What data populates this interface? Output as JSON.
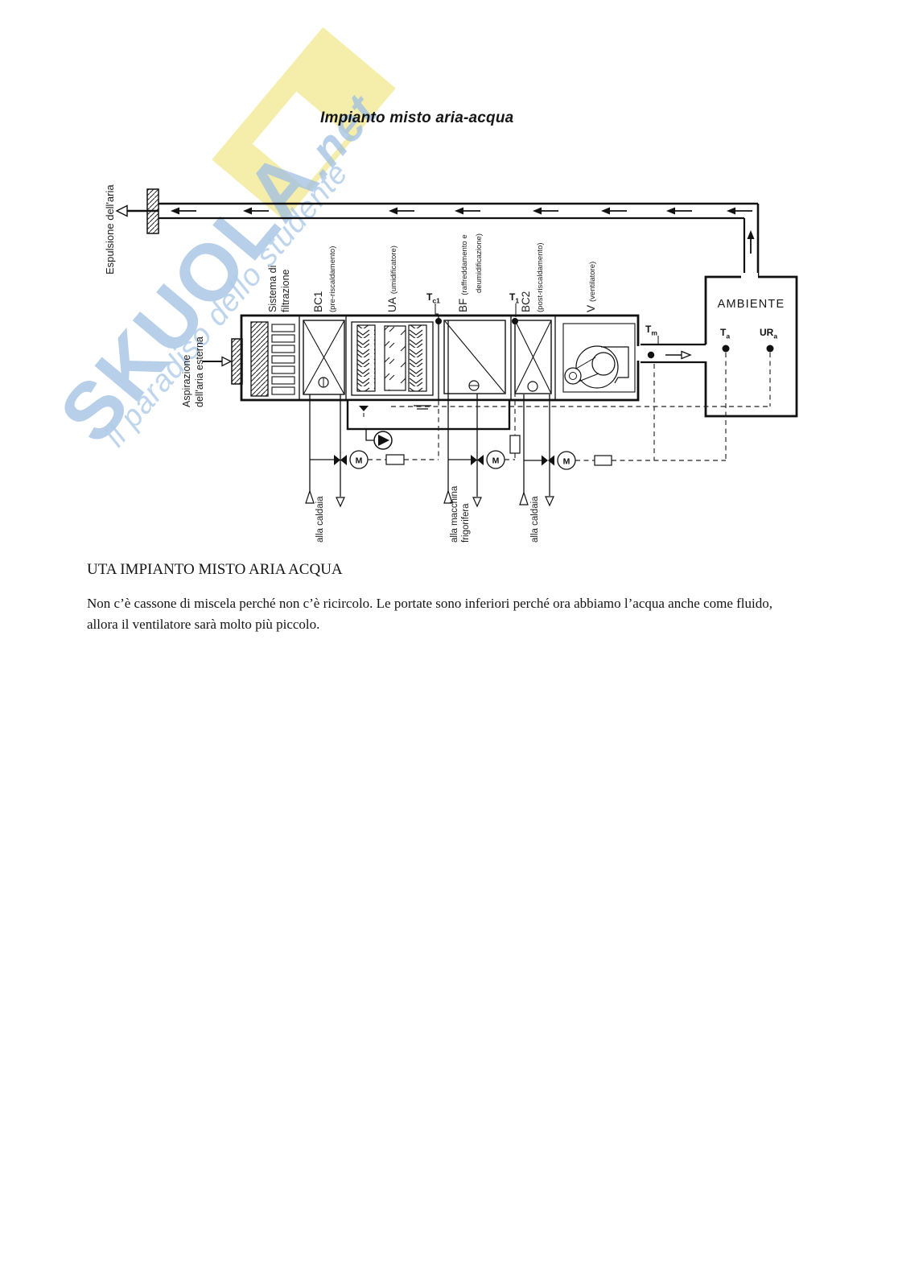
{
  "page": {
    "title": "Impianto misto aria-acqua",
    "heading": "UTA IMPIANTO MISTO ARIA ACQUA",
    "paragraph": "Non c’è cassone di miscela perché non c’è ricircolo. Le portate sono inferiori perché ora abbiamo l’acqua anche come fluido, allora il ventilatore sarà molto più piccolo."
  },
  "watermark": {
    "brand": "SKUOLA",
    "brand_suffix": ".net",
    "slogan": "il paradiso dello studente",
    "brand_color": "#a3c2e2",
    "band_color": "#f5edaa"
  },
  "diagram": {
    "flow_labels": {
      "exhaust": "Espulsione dell'aria",
      "intake_line1": "Aspirazione",
      "intake_line2": "dell'aria esterna"
    },
    "sections": {
      "filter_line1": "Sistema di",
      "filter_line2": "filtrazione",
      "bc1_name": "BC1",
      "bc1_desc": "(pre-riscaldamento)",
      "ua_name": "UA",
      "ua_desc": "(umidificatore)",
      "bf_name": "BF",
      "bf_desc_line1": "(raffreddamento e",
      "bf_desc_line2": "deumidificazione)",
      "bc2_name": "BC2",
      "bc2_desc": "(post-riscaldamento)",
      "v_name": "V",
      "v_desc": "(ventilatore)"
    },
    "sensors": {
      "tc1": {
        "base": "T",
        "sub": "c1"
      },
      "t1": {
        "base": "T",
        "sub": "1"
      },
      "tm": {
        "base": "T",
        "sub": "m"
      },
      "ta": {
        "base": "T",
        "sub": "a"
      },
      "ura": {
        "base": "UR",
        "sub": "a"
      }
    },
    "room_label": "AMBIENTE",
    "pipe_labels": {
      "boiler1": "alla caldaia",
      "chiller_line1": "alla macchina",
      "chiller_line2": "frigorifera",
      "boiler2": "alla caldaia"
    },
    "valve_motor_letter": "M"
  }
}
